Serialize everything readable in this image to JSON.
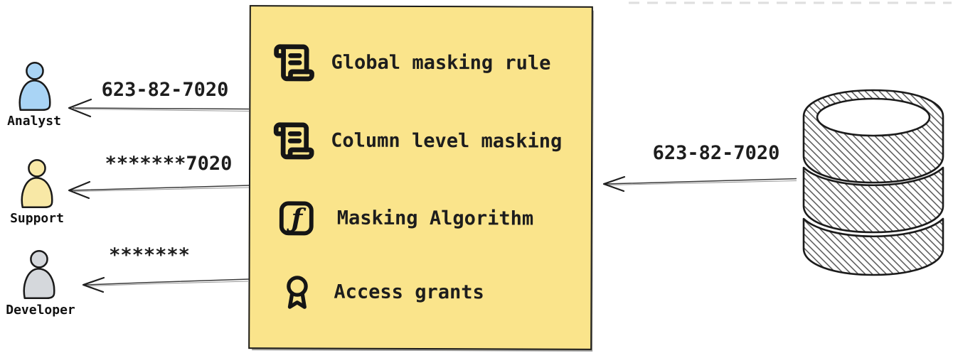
{
  "diagram": {
    "background": "#ffffff",
    "ink": "#1a1a1a"
  },
  "masking_box": {
    "background": "#FAE48B",
    "border_color": "#1b1b1b",
    "items": [
      {
        "icon": "scroll-text-icon",
        "label": "Global masking rule"
      },
      {
        "icon": "scroll-text-icon",
        "label": "Column level masking"
      },
      {
        "icon": "function-square-icon",
        "label": "Masking Algorithm",
        "glyph": "ƒ"
      },
      {
        "icon": "award-icon",
        "label": "Access grants"
      }
    ]
  },
  "actors": [
    {
      "name": "Analyst",
      "color": "#A9D4F5",
      "received_value": "623-82-7020"
    },
    {
      "name": "Support",
      "color": "#F8E8A6",
      "received_value": "*******7020"
    },
    {
      "name": "Developer",
      "color": "#D5D8DC",
      "received_value": "*******"
    }
  ],
  "database": {
    "icon": "database-icon",
    "outgoing_value": "623-82-7020"
  }
}
